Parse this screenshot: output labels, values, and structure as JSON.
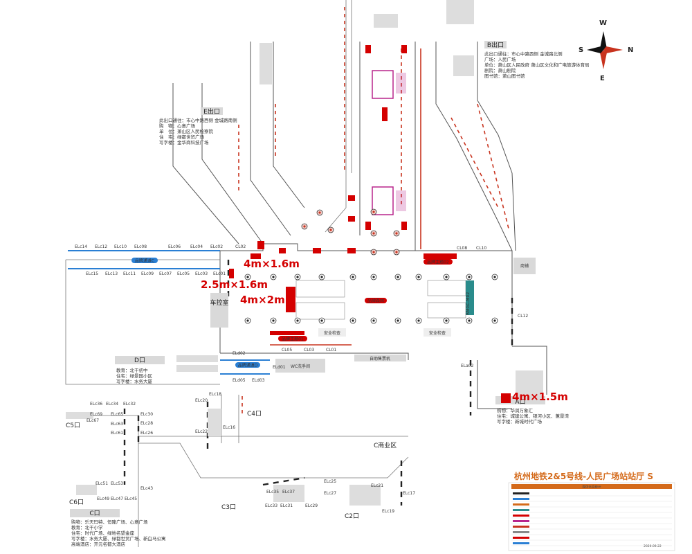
{
  "title": "杭州地铁2&5号线-人民广场站站厅 S",
  "compass": {
    "n": "N",
    "s": "S",
    "e": "E",
    "w": "W"
  },
  "exits": {
    "b": {
      "name": "B出口",
      "info": [
        "此出口通往：市心中路西侧 金城路北侧",
        "广场：人民广场",
        "单位：萧山区人民政府 萧山区文化和广电旅游体育局",
        "剧院：萧山剧院",
        "图书馆：萧山图书馆"
      ]
    },
    "e": {
      "name": "E出口",
      "info": [
        "此出口通往：市心中路西侧 金城路南侧",
        "购　物：心意广场",
        "单　位：萧山区人民检察院",
        "住　宅：绿都世贸广场",
        "写字楼：金华商科技广场"
      ]
    },
    "d": {
      "name": "D口",
      "info": [
        "教育：北干初中",
        "住宅：绿景园小区",
        "写字楼：水务大厦"
      ]
    },
    "a": {
      "name": "A口",
      "info": [
        "购物：华润万象汇",
        "住宅：城建公寓、银河小区、蕙景湾",
        "写字楼：新城时代广场"
      ]
    },
    "c": {
      "name": "C口",
      "info": [
        "购物：乐天玛特、恒隆广场、心意广场",
        "教育：北干小学",
        "住宅：时代广场、绿地名望金座",
        "写字楼：水务大厦、绿都世贸广场、新白马公寓",
        "高端酒店：开元名都大酒店"
      ]
    },
    "c2": "C2口",
    "c3": "C3口",
    "c4": "C4口",
    "c5": "C5口",
    "c6": "C6口",
    "c_commercial": "C商业区"
  },
  "rooms": {
    "control": "车控室",
    "shop": "商铺",
    "wc": "WC洗手间",
    "vending": "自助售票机",
    "security1": "安全检查",
    "security2": "安全检查"
  },
  "ad_sizes": [
    "4m×1.6m",
    "2.5m×1.6m",
    "4m×2m",
    "4m×1.5m"
  ],
  "brand_labels": [
    "品牌通道C",
    "品牌通道D",
    "品牌主题01",
    "品牌主题02",
    "品牌森林"
  ],
  "elc_top": [
    "ELc14",
    "ELc12",
    "ELc10",
    "ELc08",
    "ELc06",
    "ELc04",
    "ELc02",
    "CL02"
  ],
  "elc_mid": [
    "ELc15",
    "ELc13",
    "ELc11",
    "ELc09",
    "ELc07",
    "ELc05",
    "ELc03",
    "ELc01"
  ],
  "cl_right": [
    "CL08",
    "CL10",
    "CL12"
  ],
  "cl_bottom": [
    "CL05",
    "CL03",
    "CL01"
  ],
  "eld": [
    "ELd02",
    "ELd01",
    "ELd05",
    "ELd03"
  ],
  "ela": "ELa02",
  "elc_lower": {
    "c5": [
      "ELc36",
      "ELc34",
      "ELc32",
      "ELc69",
      "ELc65",
      "ELc67",
      "ELc63",
      "ELc61",
      "ELc30",
      "ELc28",
      "ELc26"
    ],
    "c4": [
      "ELc18",
      "ELc20",
      "ELc22",
      "ELc16"
    ],
    "c6": [
      "ELc51",
      "ELc53",
      "ELc49",
      "ELc47",
      "ELc45",
      "ELc43"
    ],
    "c3": [
      "ELc35",
      "ELc37",
      "ELc33",
      "ELc31",
      "ELc29",
      "ELc25",
      "ELc27"
    ],
    "c2": [
      "ELc21",
      "ELc19",
      "ELc17"
    ]
  },
  "legend": {
    "heading": "媒体信息统计",
    "date": "2020.09.22"
  },
  "colors": {
    "red": "#d40000",
    "blue": "#2a7fd4",
    "magenta": "#b8258c",
    "teal": "#2a8c8c",
    "orange": "#d46a1a"
  }
}
